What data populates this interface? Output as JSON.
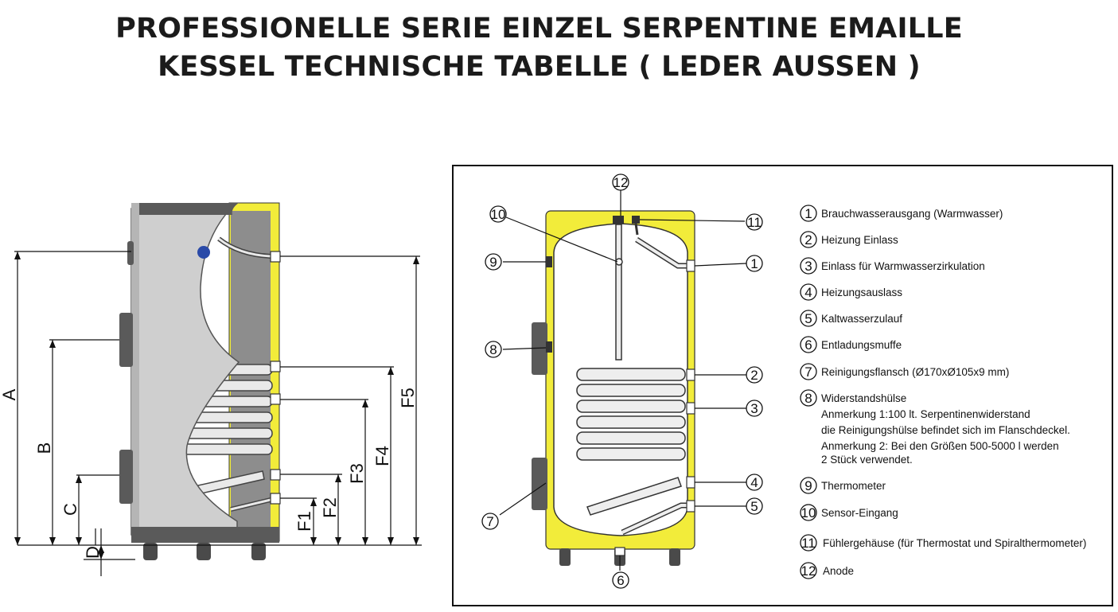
{
  "title": {
    "line1": "PROFESSIONELLE SERIE EINZEL SERPENTINE EMAILLE",
    "line2": "KESSEL TECHNISCHE TABELLE ( LEDER AUSSEN )"
  },
  "dimensions": {
    "A": "A",
    "B": "B",
    "C": "C",
    "D": "D",
    "F1": "F1",
    "F2": "F2",
    "F3": "F3",
    "F4": "F4",
    "F5": "F5"
  },
  "callouts": [
    "1",
    "2",
    "3",
    "4",
    "5",
    "6",
    "7",
    "8",
    "9",
    "10",
    "11",
    "12"
  ],
  "legend": [
    {
      "num": "1",
      "text": "Brauchwasserausgang (Warmwasser)"
    },
    {
      "num": "2",
      "text": "Heizung Einlass"
    },
    {
      "num": "3",
      "text": "Einlass für Warmwasserzirkulation"
    },
    {
      "num": "4",
      "text": "Heizungsauslass"
    },
    {
      "num": "5",
      "text": "Kaltwasserzulauf"
    },
    {
      "num": "6",
      "text": "Entladungsmuffe"
    },
    {
      "num": "7",
      "text": "Reinigungsflansch (Ø170xØ105x9 mm)"
    },
    {
      "num": "8",
      "text": "Widerstandshülse"
    },
    {
      "num": "9",
      "text": "Thermometer"
    },
    {
      "num": "10",
      "text": "Sensor-Eingang"
    },
    {
      "num": "11",
      "text": "Fühlergehäuse (für Thermostat und Spiralthermometer)"
    },
    {
      "num": "12",
      "text": "Anode"
    }
  ],
  "notes": [
    "Anmerkung 1:100 lt. Serpentinenwiderstand",
    "die Reinigungshülse befindet sich im Flanschdeckel.",
    "Anmerkung 2: Bei den Größen 500-5000 l werden",
    "2 Stück verwendet."
  ],
  "colors": {
    "insulation_yellow": "#f2ec3a",
    "jacket_grey": "#c8c8c8",
    "dark_grey": "#5e5e5e",
    "tank_interior": "#8f8f8f",
    "coil": "#eeeeee"
  }
}
